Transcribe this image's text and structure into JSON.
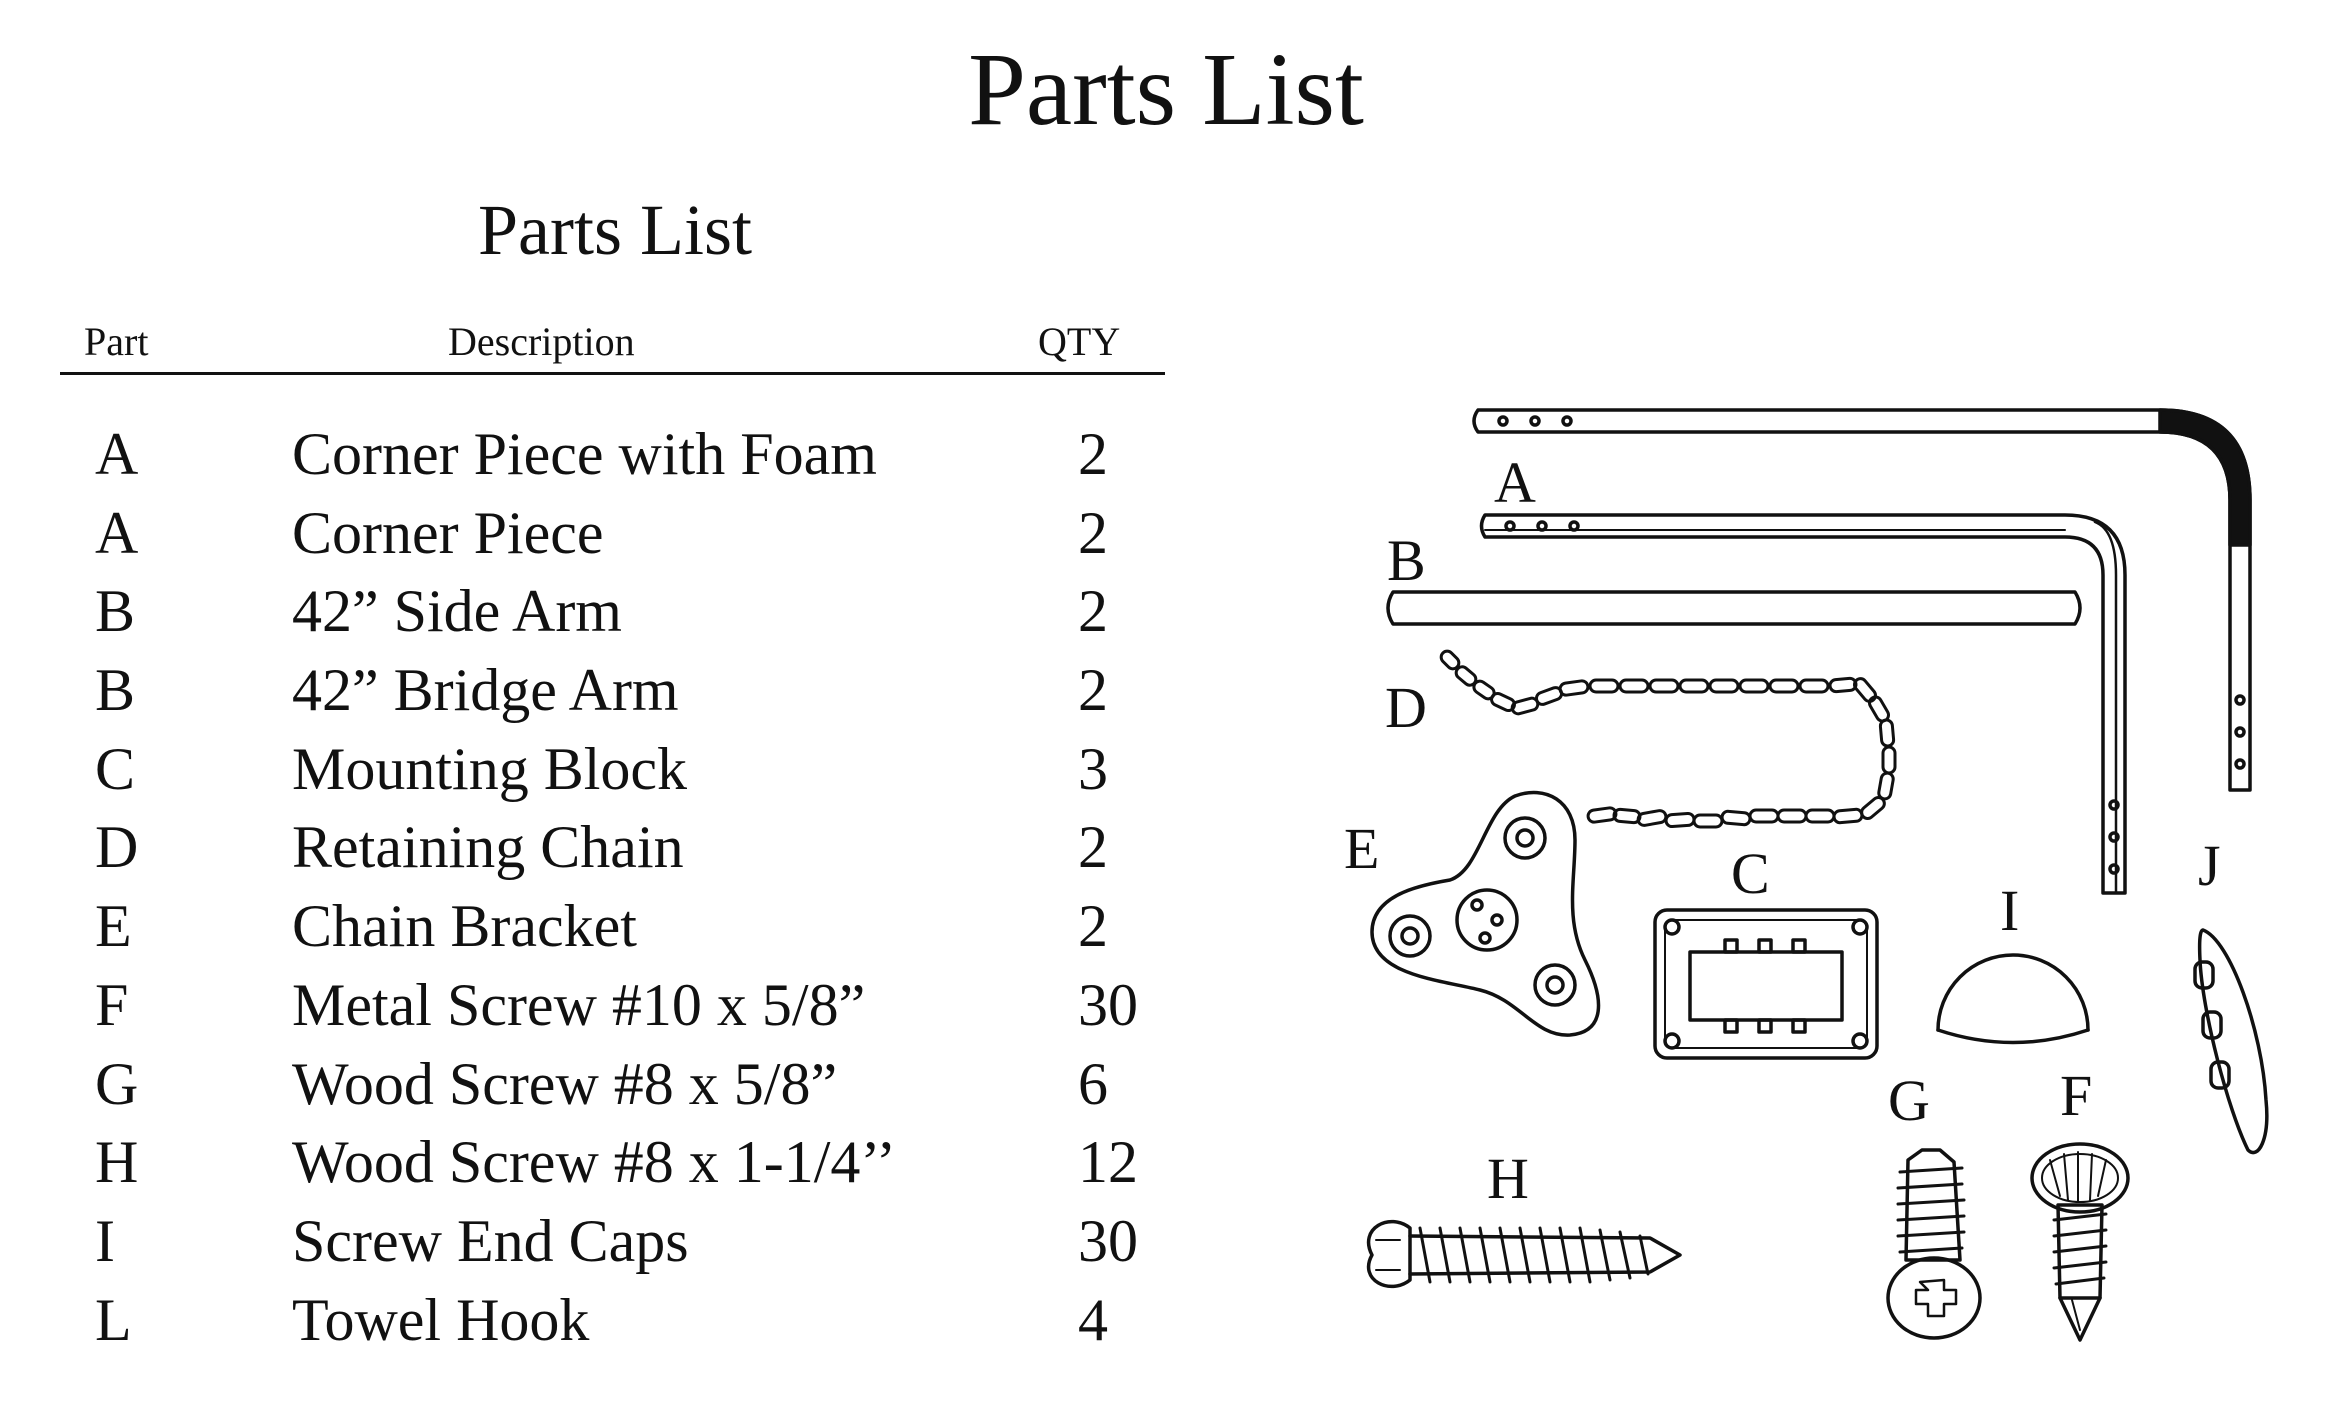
{
  "page": {
    "title": "Parts List"
  },
  "table": {
    "title": "Parts List",
    "headers": {
      "part": "Part",
      "description": "Description",
      "qty": "QTY"
    },
    "rows": [
      {
        "part": "A",
        "description": "Corner Piece with Foam",
        "qty": "2"
      },
      {
        "part": "A",
        "description": "Corner Piece",
        "qty": "2"
      },
      {
        "part": "B",
        "description": "42” Side Arm",
        "qty": "2"
      },
      {
        "part": "B",
        "description": "42” Bridge Arm",
        "qty": "2"
      },
      {
        "part": "C",
        "description": "Mounting Block",
        "qty": "3"
      },
      {
        "part": "D",
        "description": "Retaining Chain",
        "qty": "2"
      },
      {
        "part": "E",
        "description": "Chain Bracket",
        "qty": "2"
      },
      {
        "part": "F",
        "description": "Metal Screw #10 x 5/8”",
        "qty": "30"
      },
      {
        "part": "G",
        "description": "Wood Screw #8 x 5/8”",
        "qty": "6"
      },
      {
        "part": "H",
        "description": "Wood Screw #8 x 1-1/4’’",
        "qty": "12"
      },
      {
        "part": "I",
        "description": "Screw End Caps",
        "qty": "30"
      },
      {
        "part": "L",
        "description": "Towel Hook",
        "qty": "4"
      }
    ]
  },
  "diagram": {
    "labels": {
      "a": "A",
      "b": "B",
      "c": "C",
      "d": "D",
      "e": "E",
      "f": "F",
      "g": "G",
      "h": "H",
      "i": "I",
      "j": "J"
    }
  }
}
